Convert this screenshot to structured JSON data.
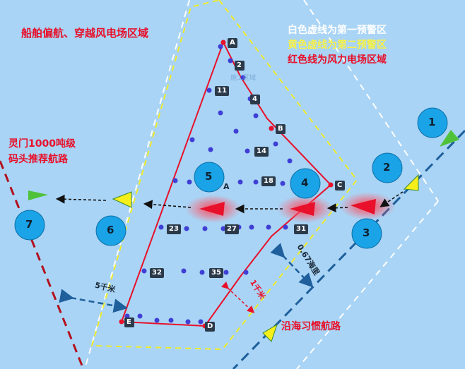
{
  "title": "船舶偏航、穿越风电场区域",
  "legend": {
    "white_line": "白色虚线为第一预警区",
    "yellow_line": "黄色虚线为第二预警区",
    "red_line": "红色线为风力电场区域"
  },
  "route_left": "灵门1000吨级\n码头推荐航路",
  "route_coastal": "沿海习惯航路",
  "dist_5km": "5千米",
  "dist_1km": "1千米",
  "dist_067nm": "0.67海里",
  "faint_label": "施工区域",
  "center_label": "A",
  "circles": [
    "1",
    "2",
    "3",
    "4",
    "5",
    "6",
    "7"
  ],
  "corners": [
    "A",
    "B",
    "C",
    "D",
    "E"
  ],
  "turbine_tags": [
    "2",
    "4",
    "11",
    "14",
    "18",
    "23",
    "27",
    "31",
    "32",
    "35"
  ],
  "colors": {
    "water": "#a9d4f5",
    "red": "#e8102a",
    "yellow": "#f0ec2a",
    "white": "#ffffff",
    "circle": "#1aa3e6",
    "turbine": "#3f3fd6",
    "route": "#1e5f9c",
    "tag": "#2b3a4a"
  }
}
